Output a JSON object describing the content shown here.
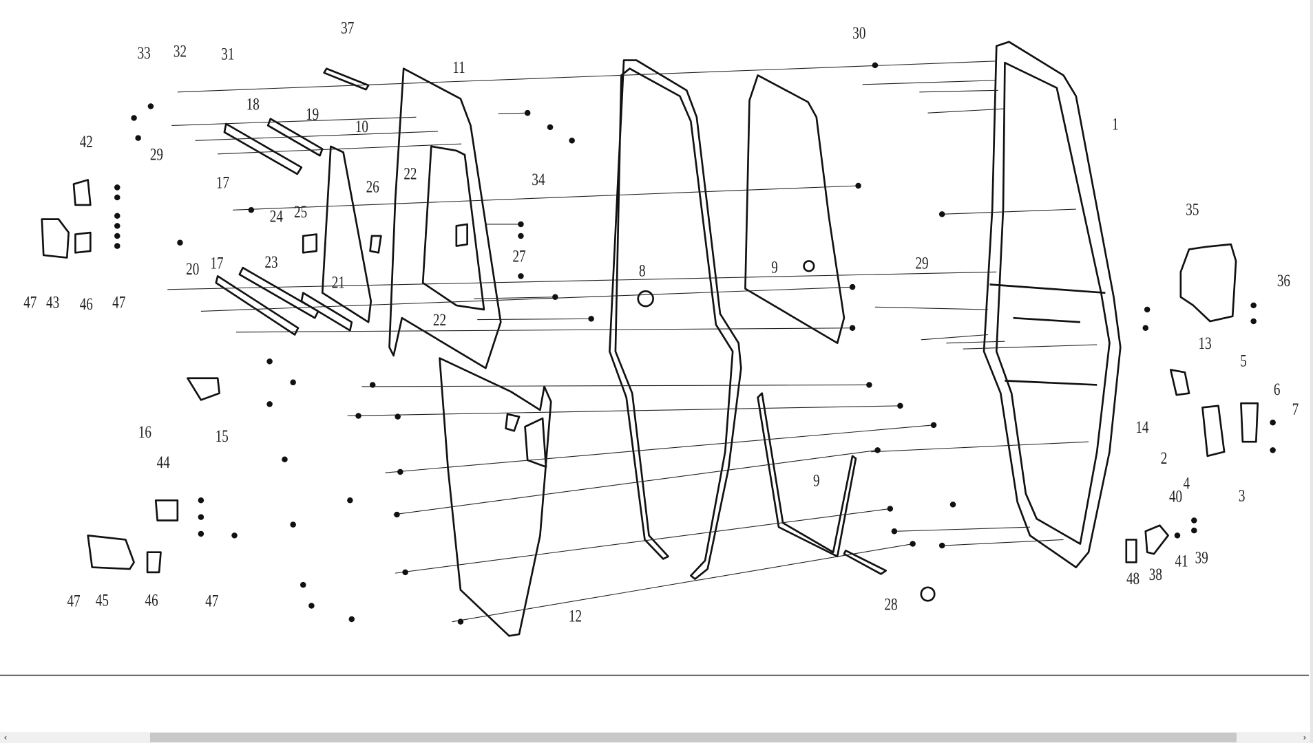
{
  "diagram": {
    "title": "Cab door exploded parts diagram",
    "labels": [
      "37",
      "33",
      "32",
      "31",
      "11",
      "30",
      "1",
      "18",
      "19",
      "10",
      "42",
      "29",
      "17",
      "22",
      "26",
      "34",
      "35",
      "24",
      "25",
      "27",
      "29",
      "9",
      "8",
      "36",
      "47",
      "43",
      "46",
      "47",
      "20",
      "17",
      "23",
      "21",
      "22",
      "13",
      "5",
      "6",
      "7",
      "14",
      "16",
      "15",
      "2",
      "4",
      "3",
      "40",
      "9",
      "44",
      "39",
      "41",
      "38",
      "48",
      "47",
      "45",
      "46",
      "47",
      "12",
      "28"
    ]
  },
  "scrollbar": {
    "left_arrow": "‹",
    "right_arrow": "›"
  }
}
